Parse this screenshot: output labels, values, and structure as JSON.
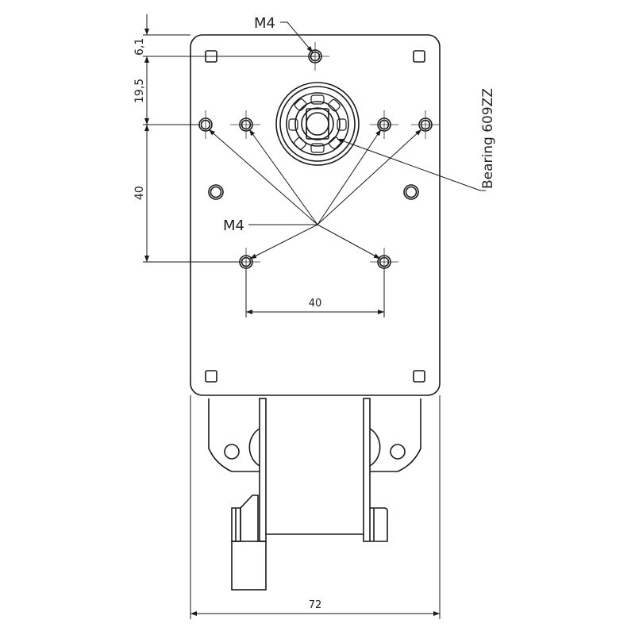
{
  "drawing": {
    "dimensions": {
      "top_offset": "6,1",
      "hole_row_offset": "19,5",
      "vertical_spacing": "40",
      "horizontal_spacing": "40",
      "overall_width": "72"
    },
    "labels": {
      "top_hole_thread": "M4",
      "mounting_holes_thread": "M4",
      "bearing": "Bearing 609ZZ"
    },
    "colors": {
      "line": "#1a1a1a",
      "background": "#ffffff"
    }
  }
}
